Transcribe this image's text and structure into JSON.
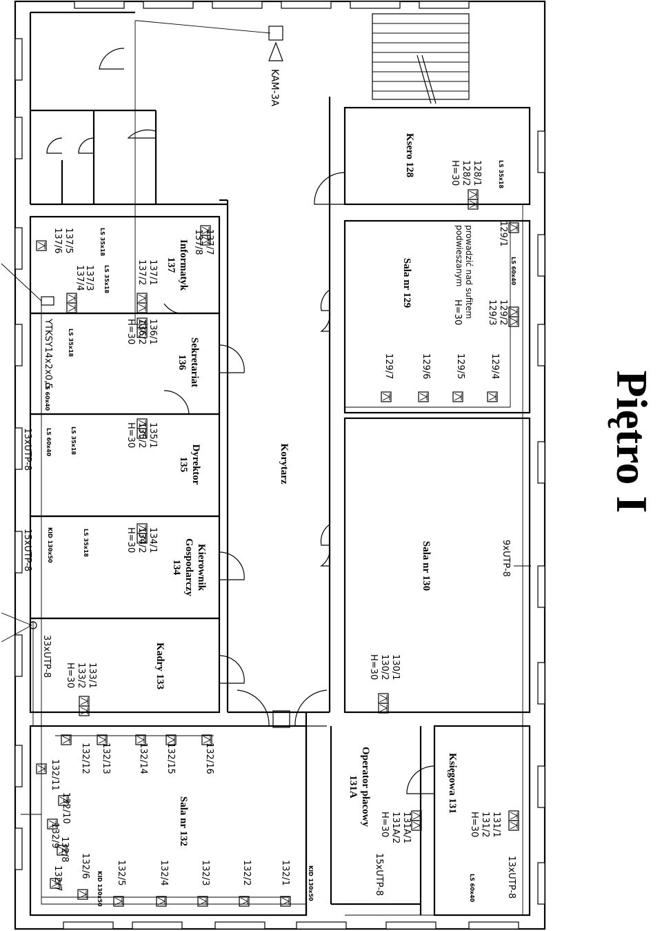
{
  "title": "Piętro I",
  "rooms": {
    "ksero": "Ksero 128",
    "sala129": "Sala nr 129",
    "sala130": "Sala nr 130",
    "ksiegowa": "Księgowa 131",
    "operator": "Operator płacowy 131A",
    "sala132": "Sala nr 132",
    "kadry": "Kadry 133",
    "kierownik": "Kierownik Gospodarczy 134",
    "dyrektor": "Dyrektor 135",
    "sekretariat": "Sekretariat 136",
    "informatyk": "Informatyk 137",
    "korytarz": "Korytarz"
  },
  "camera": "KAM-3A",
  "note": "prowadzić nad sufitem podwieszanym",
  "labels": [
    {
      "t": "128/1"
    },
    {
      "t": "128/2"
    },
    {
      "t": "H=30"
    },
    {
      "t": "LS 35x18"
    },
    {
      "t": "129/1"
    },
    {
      "t": "LS 60x40"
    },
    {
      "t": "129/2"
    },
    {
      "t": "129/3"
    },
    {
      "t": "H=30"
    },
    {
      "t": "129/4"
    },
    {
      "t": "129/5"
    },
    {
      "t": "129/6"
    },
    {
      "t": "129/7"
    },
    {
      "t": "9xUTP-8"
    },
    {
      "t": "130/1"
    },
    {
      "t": "130/2"
    },
    {
      "t": "H=30"
    },
    {
      "t": "131/1"
    },
    {
      "t": "131/2"
    },
    {
      "t": "H=30"
    },
    {
      "t": "13xUTP-8"
    },
    {
      "t": "LS 60x40"
    },
    {
      "t": "131A/1"
    },
    {
      "t": "131A/2"
    },
    {
      "t": "H=30"
    },
    {
      "t": "15xUTP-8"
    },
    {
      "t": "KID 130x50"
    },
    {
      "t": "132/1"
    },
    {
      "t": "132/2"
    },
    {
      "t": "132/3"
    },
    {
      "t": "132/4"
    },
    {
      "t": "132/5"
    },
    {
      "t": "KID 130x50"
    },
    {
      "t": "132/6"
    },
    {
      "t": "132/7"
    },
    {
      "t": "132/8"
    },
    {
      "t": "132/9"
    },
    {
      "t": "132/10"
    },
    {
      "t": "132/11"
    },
    {
      "t": "132/12"
    },
    {
      "t": "132/13"
    },
    {
      "t": "132/14"
    },
    {
      "t": "132/15"
    },
    {
      "t": "132/16"
    },
    {
      "t": "133/1"
    },
    {
      "t": "133/2"
    },
    {
      "t": "H=30"
    },
    {
      "t": "33xUTP-8"
    },
    {
      "t": "134/1"
    },
    {
      "t": "134/2"
    },
    {
      "t": "H=30"
    },
    {
      "t": "LS 35x18"
    },
    {
      "t": "KID 130x50"
    },
    {
      "t": "15xUTP-8"
    },
    {
      "t": "135/1"
    },
    {
      "t": "135/2"
    },
    {
      "t": "H=30"
    },
    {
      "t": "LS 35x18"
    },
    {
      "t": "LS 60x40"
    },
    {
      "t": "13xUTP-8"
    },
    {
      "t": "136/1"
    },
    {
      "t": "136/2"
    },
    {
      "t": "H=30"
    },
    {
      "t": "LS 35x18"
    },
    {
      "t": "YTKSY14x2x0,5"
    },
    {
      "t": "LS 60x40"
    },
    {
      "t": "137/7"
    },
    {
      "t": "137/8"
    },
    {
      "t": "137/1"
    },
    {
      "t": "137/2"
    },
    {
      "t": "LS 35x18"
    },
    {
      "t": "137/3"
    },
    {
      "t": "137/4"
    },
    {
      "t": "137/5"
    },
    {
      "t": "137/6"
    },
    {
      "t": "LS 35x18"
    }
  ]
}
